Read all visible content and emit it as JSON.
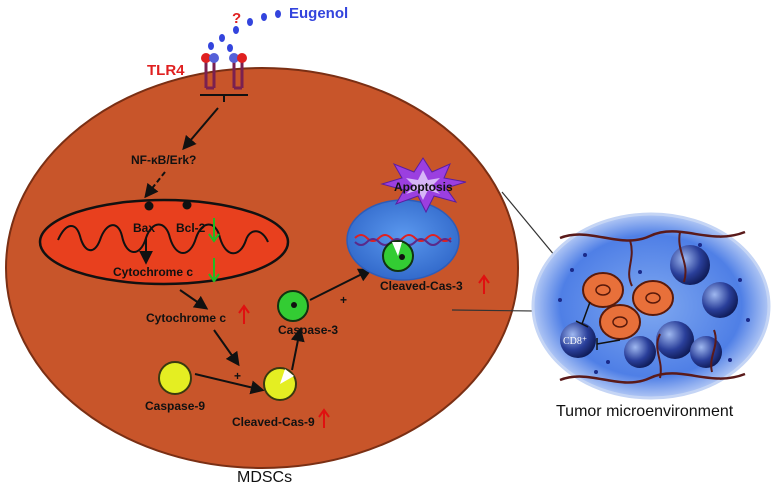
{
  "labels": {
    "ligand": "Eugenol",
    "unknown": "?",
    "receptor": "TLR4",
    "pathway": "NF-κB/Erk?",
    "bax": "Bax",
    "bcl2": "Bcl-2",
    "cytc_mito": "Cytochrome c",
    "cytc_cyto": "Cytochrome c",
    "caspase9": "Caspase-9",
    "cleaved_cas9": "Cleaved-Cas-9",
    "caspase3": "Caspase-3",
    "cleaved_cas3": "Cleaved-Cas-3",
    "apoptosis": "Apoptosis",
    "plus1": "+",
    "plus2": "+",
    "cell": "MDSCs",
    "cd8": "CD8⁺",
    "tme": "Tumor microenvironment"
  },
  "colors": {
    "cell_fill": "#c8552a",
    "mito_fill": "#e8401e",
    "nucleus_fill": "#4a86e0",
    "arrow_up": "#e01010",
    "arrow_down": "#22bb22",
    "eugenol": "#3344dd",
    "tlr4": "#e02020",
    "caspase_yellow": "#e4ee22",
    "caspase_green": "#33cc33",
    "apoptosis_star": "#9b3fe0"
  }
}
